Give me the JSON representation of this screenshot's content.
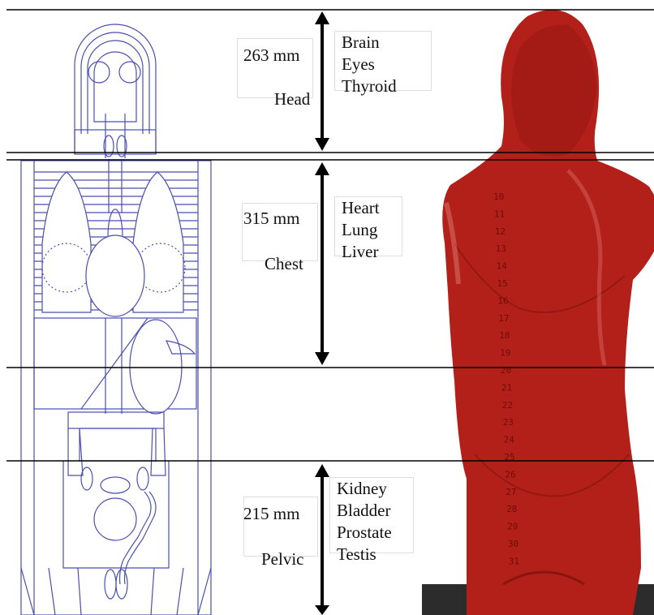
{
  "regions": [
    {
      "id": "head",
      "length": "263 mm",
      "name": "Head",
      "organs": [
        "Brain",
        "Eyes",
        "Thyroid"
      ]
    },
    {
      "id": "chest",
      "length": "315 mm",
      "name": "Chest",
      "organs": [
        "Heart",
        "Lung",
        "Liver"
      ]
    },
    {
      "id": "pelvic",
      "length": "215 mm",
      "name": "Pelvic",
      "organs": [
        "Kidney",
        "Bladder",
        "Prostate",
        "Testis"
      ]
    }
  ],
  "phantom_scale": [
    "10",
    "11",
    "12",
    "13",
    "14",
    "15",
    "16",
    "17",
    "18",
    "19",
    "20",
    "21",
    "22",
    "23",
    "24",
    "25",
    "26",
    "27",
    "28",
    "29",
    "30",
    "31"
  ],
  "colors": {
    "schematic": "#4a4fb0",
    "phantom": "#b3201a",
    "phantom_dark": "#6e0c08",
    "divider": "#000000"
  }
}
